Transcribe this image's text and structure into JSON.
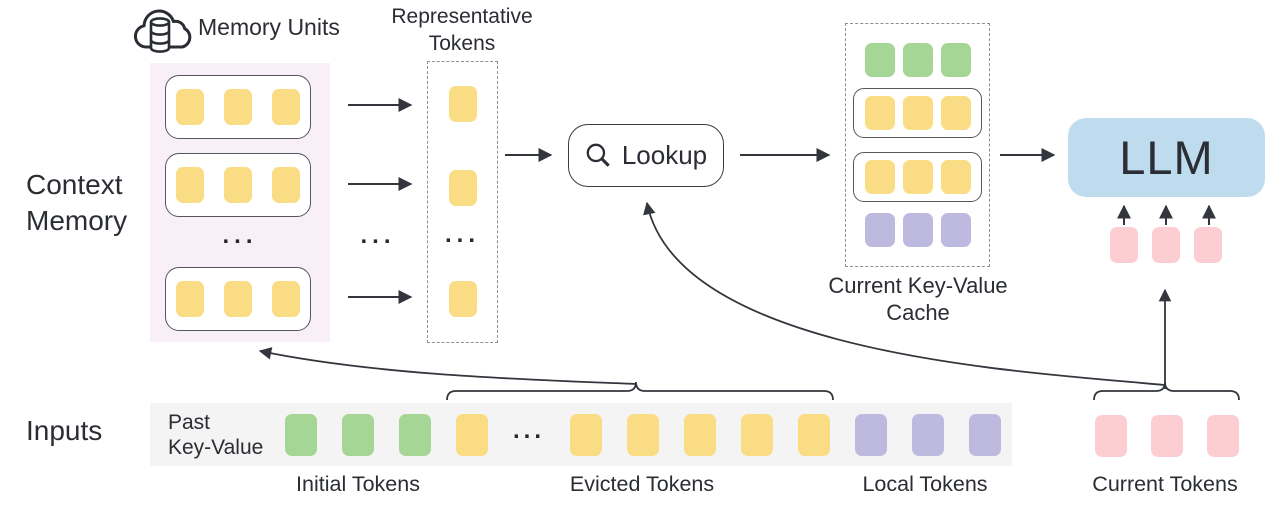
{
  "colors": {
    "yellow": "#FADC85",
    "green": "#A6D695",
    "purple": "#BDB9DF",
    "pink": "#FCCED2",
    "blue": "#BEDCEE",
    "panel_pink": "#F9EFF7",
    "strip_gray": "#F3F4F3",
    "stroke": "#33363C"
  },
  "labels": {
    "memory_units": "Memory Units",
    "context_memory_line1": "Context",
    "context_memory_line2": "Memory",
    "representative_line1": "Representative",
    "representative_line2": "Tokens",
    "lookup": "Lookup",
    "kv_cache_line1": "Current Key-Value",
    "kv_cache_line2": "Cache",
    "llm": "LLM",
    "inputs": "Inputs",
    "past_kv_line1": "Past",
    "past_kv_line2": "Key-Value",
    "initial_tokens": "Initial Tokens",
    "evicted_tokens": "Evicted Tokens",
    "local_tokens": "Local Tokens",
    "current_tokens": "Current Tokens",
    "ellipsis": "..."
  },
  "tokens": {
    "memory_unit_rows": [
      [
        "yellow",
        "yellow",
        "yellow"
      ],
      [
        "yellow",
        "yellow",
        "yellow"
      ],
      [
        "yellow",
        "yellow",
        "yellow"
      ]
    ],
    "representative": [
      "yellow",
      "yellow",
      "ellipsis",
      "yellow"
    ],
    "kv_cache_row_green": [
      "green",
      "green",
      "green"
    ],
    "kv_cache_row_yellow1": [
      "yellow",
      "yellow",
      "yellow"
    ],
    "kv_cache_row_yellow2": [
      "yellow",
      "yellow",
      "yellow"
    ],
    "kv_cache_row_purple": [
      "purple",
      "purple",
      "purple"
    ],
    "llm_inputs": [
      "pink",
      "pink",
      "pink"
    ],
    "past_strip": [
      "green",
      "green",
      "green",
      "yellow",
      "ellipsis",
      "yellow",
      "yellow",
      "yellow",
      "yellow",
      "yellow",
      "purple",
      "purple",
      "purple"
    ],
    "current": [
      "pink",
      "pink",
      "pink"
    ]
  }
}
